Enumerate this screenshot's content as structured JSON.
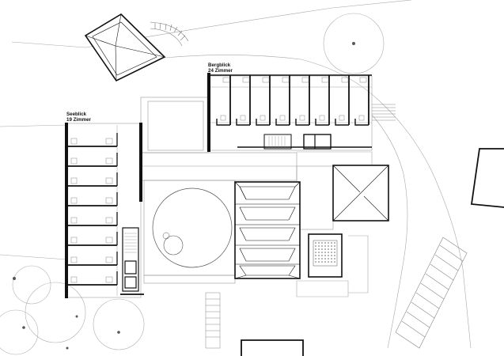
{
  "labels": {
    "bergblick_title": "Bergblick",
    "bergblick_rooms": "24 Zimmer",
    "seeblick_title": "Seeblick",
    "seeblick_rooms": "19 Zimmer"
  },
  "colors": {
    "ink": "#111111",
    "thin_line": "#9a9a9a",
    "tree_dot": "#555555",
    "background": "#ffffff"
  }
}
